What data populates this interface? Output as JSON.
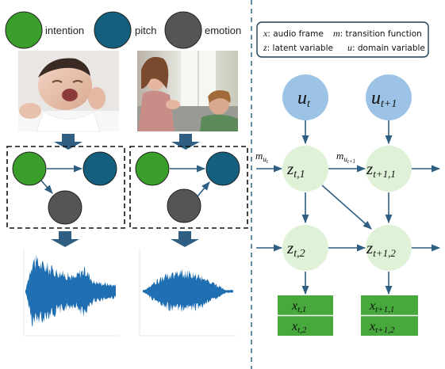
{
  "legend_top": {
    "intention": "intention",
    "pitch": "pitch",
    "emotion": "emotion"
  },
  "colors": {
    "intention": "#3a9e2a",
    "pitch": "#145e7e",
    "emotion": "#555555",
    "node_blue": "#9cc3e6",
    "node_green": "#dff2d8",
    "obs_green": "#47a83b",
    "arrow": "#2e5f82",
    "divider": "#3e6f8a"
  },
  "notation": {
    "x_sym": "x",
    "x_desc": ": audio frame",
    "m_sym": "m",
    "m_desc": ": transition function",
    "z_sym": "z",
    "z_desc": ": latent variable",
    "u_sym": "u",
    "u_desc": ": domain variable"
  },
  "nodes": {
    "u_t": {
      "base": "u",
      "sub": "t"
    },
    "u_t1": {
      "base": "u",
      "sub": "t+1"
    },
    "z_t1": {
      "base": "z",
      "sub": "t,1"
    },
    "z_t11": {
      "base": "z",
      "sub": "t+1,1"
    },
    "z_t2": {
      "base": "z",
      "sub": "t,2"
    },
    "z_t12": {
      "base": "z",
      "sub": "t+1,2"
    },
    "x_t1": {
      "base": "x",
      "sub": "t,1"
    },
    "x_t2": {
      "base": "x",
      "sub": "t,2"
    },
    "x_t11": {
      "base": "x",
      "sub": "t+1,1"
    },
    "x_t12": {
      "base": "x",
      "sub": "t+1,2"
    }
  },
  "transitions": {
    "m_ut": {
      "base": "m",
      "sub": "u",
      "subsub": "t"
    },
    "m_ut1": {
      "base": "m",
      "sub": "u",
      "subsub": "t+1"
    }
  }
}
